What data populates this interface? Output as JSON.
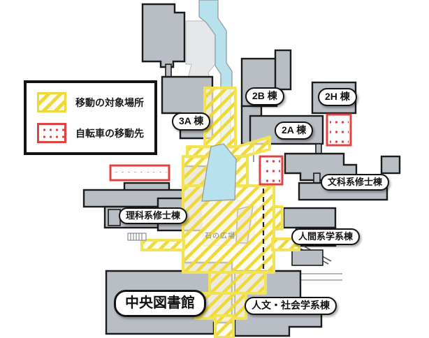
{
  "legend": {
    "items": [
      {
        "id": "move-target",
        "label": "移動の対象場所"
      },
      {
        "id": "bicycle-destination",
        "label": "自転車の移動先"
      }
    ]
  },
  "map": {
    "labels": {
      "b3a": "3A 棟",
      "b2b": "2B 棟",
      "b2h": "2H 棟",
      "b2a": "2A 棟",
      "bunka": "文科系修士棟",
      "rika": "理科系修士棟",
      "ningen": "人間系学系棟",
      "library": "中央図書館",
      "jinbun": "人文・社会学系棟",
      "plaza": "石の広場"
    }
  },
  "colors": {
    "building_gray": "#b9bdc4",
    "outline": "#1b1b1b",
    "plaza_gray": "#e6e7e9",
    "water_blue": "#b7e1ec",
    "hatch_yellow": "#f0d73a",
    "hatch_border": "#f2e354",
    "marker_red": "#e04343"
  }
}
